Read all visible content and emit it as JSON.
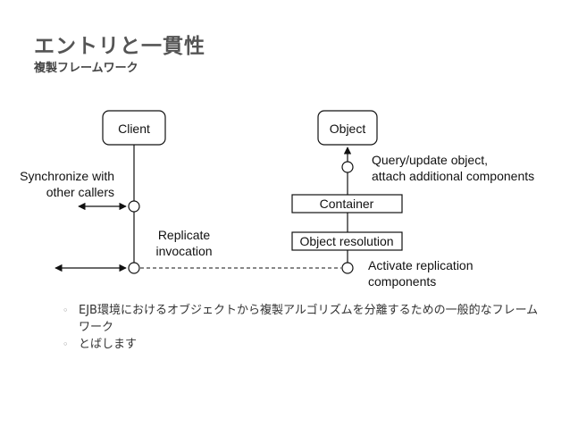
{
  "header": {
    "title": "エントリと一貫性",
    "subtitle": "複製フレームワーク"
  },
  "diagram": {
    "client_label": "Client",
    "object_label": "Object",
    "container_label": "Container",
    "object_resolution_label": "Object resolution",
    "sync_label_line1": "Synchronize with",
    "sync_label_line2": "other callers",
    "replicate_label_line1": "Replicate",
    "replicate_label_line2": "invocation",
    "query_label_line1": "Query/update object,",
    "query_label_line2": "attach additional components",
    "activate_label_line1": "Activate replication",
    "activate_label_line2": "components"
  },
  "bullets": [
    {
      "mark": "◦",
      "text": "EJB環境におけるオブジェクトから複製アルゴリズムを分離するための一般的なフレームワーク"
    },
    {
      "mark": "◦",
      "text": "とばします"
    }
  ]
}
